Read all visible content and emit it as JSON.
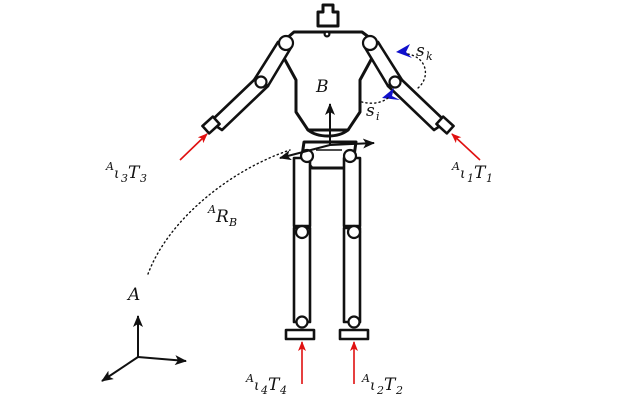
{
  "labels": {
    "frame_a": "A",
    "frame_b": "B",
    "rotation_main": "R",
    "rotation_sup": "A",
    "rotation_sub": "B",
    "s_k_main": "s",
    "s_k_sub": "k",
    "s_i_main": "s",
    "s_i_sub": "i",
    "t1": {
      "sup": "A",
      "iota": "ι",
      "idx": "1",
      "main": "T",
      "sub": "1"
    },
    "t2": {
      "sup": "A",
      "iota": "ι",
      "idx": "2",
      "main": "T",
      "sub": "2"
    },
    "t3": {
      "sup": "A",
      "iota": "ι",
      "idx": "3",
      "main": "T",
      "sub": "3"
    },
    "t4": {
      "sup": "A",
      "iota": "ι",
      "idx": "4",
      "main": "T",
      "sub": "4"
    }
  },
  "colors": {
    "force_arrow": "#e01010",
    "sensor_arrow": "#1010cc",
    "ink": "#111111"
  }
}
